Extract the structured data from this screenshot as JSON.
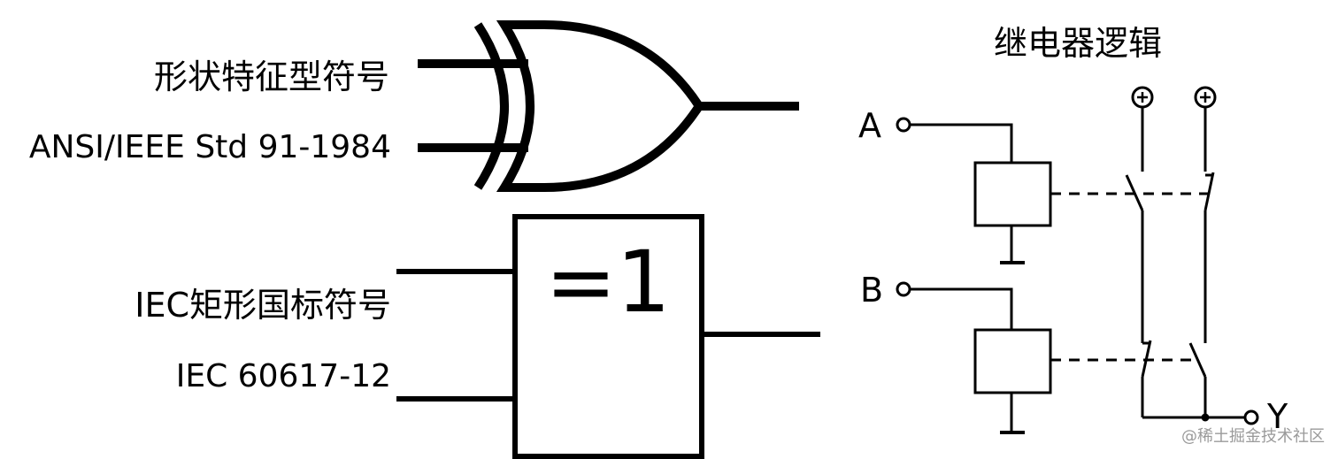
{
  "ansi_label_cn": "形状特征型符号",
  "ansi_label_std": "ANSI/IEEE Std 91-1984",
  "iec_label_cn": "IEC矩形国标符号",
  "iec_label_std": "IEC 60617-12",
  "iec_gate_symbol": "=1",
  "relay_title": "继电器逻辑",
  "relay_inputs": [
    "A",
    "B"
  ],
  "relay_output": "Y",
  "supply_symbol": "+",
  "watermark": "@稀土掘金技术社区"
}
